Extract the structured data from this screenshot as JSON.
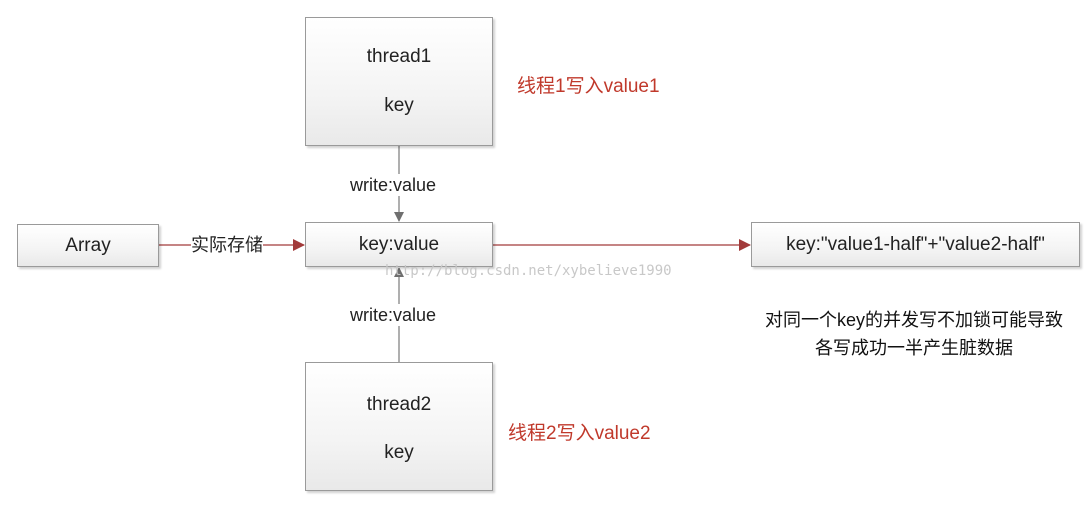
{
  "thread1": {
    "title": "thread1",
    "key": "key"
  },
  "thread2": {
    "title": "thread2",
    "key": "key"
  },
  "array_node": {
    "label": "Array"
  },
  "keyvalue_node": {
    "label": "key:value"
  },
  "result_node": {
    "label": "key:\"value1-half\"+\"value2-half\""
  },
  "edges": {
    "write_top": "write:value",
    "write_bottom": "write:value",
    "actual_storage": "实际存储"
  },
  "notes": {
    "thread1_writes": "线程1写入value1",
    "thread2_writes": "线程2写入value2",
    "explanation_line1": "对同一个key的并发写不加锁可能导致",
    "explanation_line2": "各写成功一半产生脏数据"
  },
  "watermark": "http://blog.csdn.net/xybelieve1990",
  "colors": {
    "red_arrow": "#a23a3a",
    "gray_arrow": "#7a7a7a",
    "note_red": "#c0392b"
  }
}
